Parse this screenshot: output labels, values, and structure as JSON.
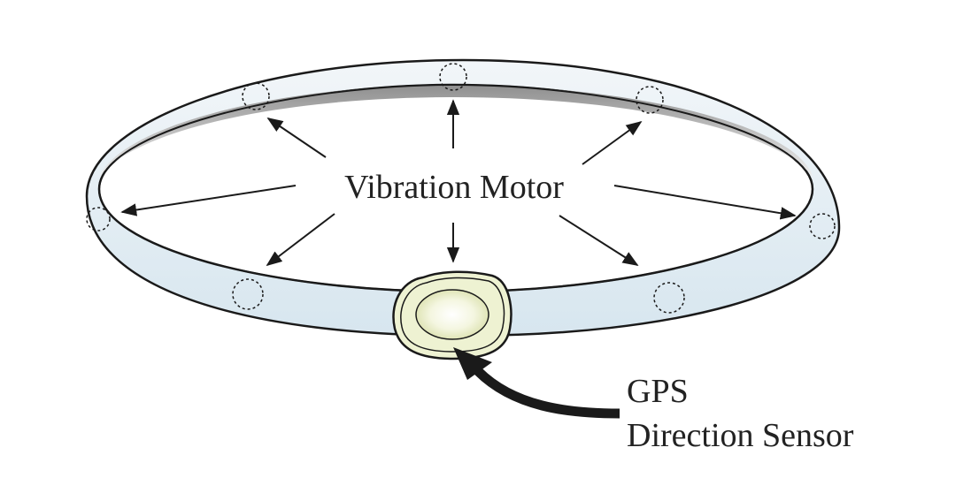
{
  "diagram": {
    "center_label": "Vibration Motor",
    "sensor_label_line1": "GPS",
    "sensor_label_line2": "Direction Sensor",
    "motor_count": 8,
    "colors": {
      "band_light": "#dfeaf2",
      "band_shadow": "#a9a9a9",
      "outline": "#1a1a1a",
      "sensor_fill": "#eef2d2",
      "sensor_glow": "#ffffff"
    }
  }
}
